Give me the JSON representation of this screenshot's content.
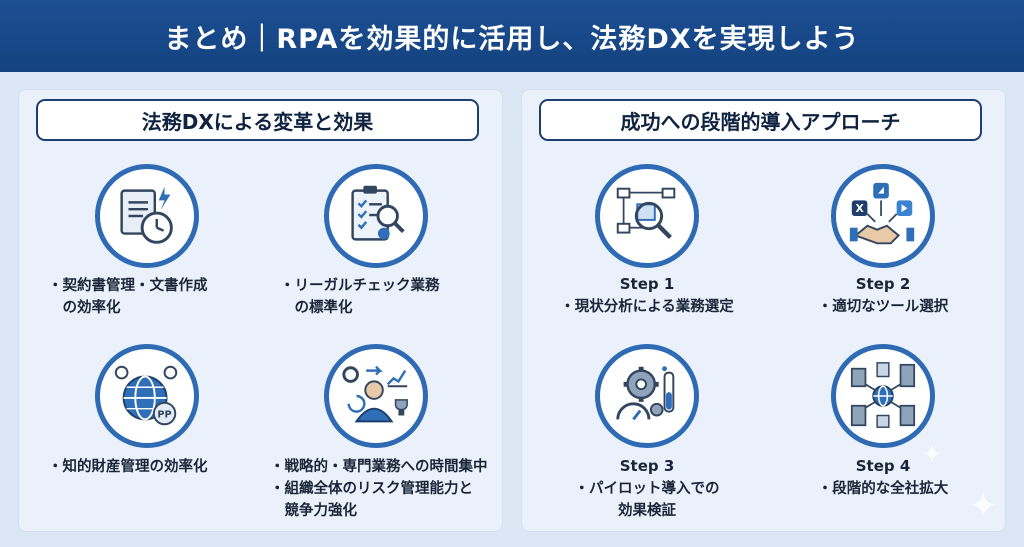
{
  "header": {
    "title": "まとめ｜RPAを効果的に活用し、法務DXを実現しよう"
  },
  "left_panel": {
    "title": "法務DXによる変革と効果",
    "items": [
      {
        "icon": "document-clock-icon",
        "lines": [
          "・契約書管理・文書作成",
          "　の効率化"
        ]
      },
      {
        "icon": "checklist-magnifier-icon",
        "lines": [
          "・リーガルチェック業務",
          "　の標準化"
        ]
      },
      {
        "icon": "globe-ip-icon",
        "lines": [
          "・知的財産管理の効率化"
        ]
      },
      {
        "icon": "strategy-person-icon",
        "lines": [
          "・戦略的・専門業務への時間集中",
          "・組織全体のリスク管理能力と",
          "　競争力強化"
        ]
      }
    ]
  },
  "right_panel": {
    "title": "成功への段階的導入アプローチ",
    "steps": [
      {
        "label": "Step 1",
        "icon": "process-analysis-icon",
        "lines": [
          "・現状分析による業務選定"
        ]
      },
      {
        "label": "Step 2",
        "icon": "tool-handshake-icon",
        "lines": [
          "・適切なツール選択"
        ]
      },
      {
        "label": "Step 3",
        "icon": "pilot-gear-icon",
        "lines": [
          "・パイロット導入での",
          "効果検証"
        ]
      },
      {
        "label": "Step 4",
        "icon": "company-expansion-icon",
        "lines": [
          "・段階的な全社拡大"
        ]
      }
    ]
  },
  "colors": {
    "header": "#1c4f93",
    "panel": "#eaf1fb",
    "accent": "#2e6bb4",
    "dark": "#1b3f73"
  }
}
